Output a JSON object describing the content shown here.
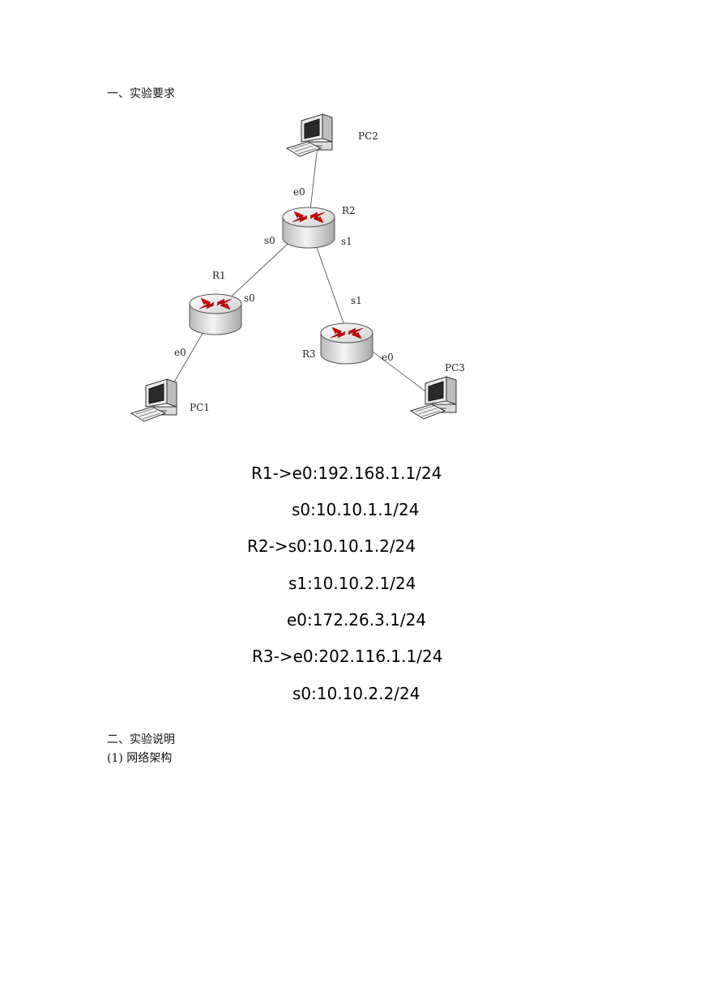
{
  "section1": {
    "title": "一、实验要求"
  },
  "diagram": {
    "devices": {
      "pc1": "PC1",
      "pc2": "PC2",
      "pc3": "PC3",
      "r1": "R1",
      "r2": "R2",
      "r3": "R3"
    },
    "interfaces": {
      "pc2_r2_e0": "e0",
      "r2_s0": "s0",
      "r2_s1": "s1",
      "r1_s0": "s0",
      "r1_e0": "e0",
      "r3_s1": "s1",
      "r3_e0": "e0"
    }
  },
  "config": {
    "lines": [
      "R1->e0:192.168.1.1/24",
      "s0:10.10.1.1/24",
      "R2->s0:10.10.1.2/24",
      "s1:10.10.2.1/24",
      "e0:172.26.3.1/24",
      "R3->e0:202.116.1.1/24",
      "s0:10.10.2.2/24"
    ]
  },
  "section2": {
    "title": "二、实验说明",
    "item1": "(1)  网络架构"
  }
}
